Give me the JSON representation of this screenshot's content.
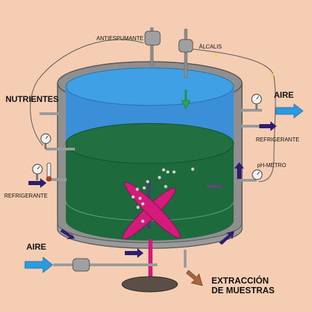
{
  "labels": {
    "antiespumante": "ANTIESPUMANTE",
    "alcalis": "ÁLCALIS",
    "nutrientes": "NUTRIENTES",
    "aire_out": "AIRE",
    "refrigerante_out": "REFRIGERANTE",
    "ph_metro": "pH-METRO",
    "refrigerante_in": "REFRIGERANTE",
    "aire_in": "AIRE",
    "extraccion_line1": "EXTRACCIÓN",
    "extraccion_line2": "DE MUESTRAS"
  },
  "colors": {
    "background": "#f4cdb2",
    "vessel_wall": "#8f8f8f",
    "liquid_top": "#3a8fd8",
    "culture": "#1d6a3c",
    "impeller": "#d41a7a",
    "air_arrow": "#2b9ae0",
    "coolant_arrow": "#2e1c6e",
    "alkali_arrow": "#2fa84a",
    "sample_arrow": "#a8643a"
  },
  "icons": [
    "pressure-gauge-icon",
    "thermometer-icon",
    "valve-icon"
  ]
}
